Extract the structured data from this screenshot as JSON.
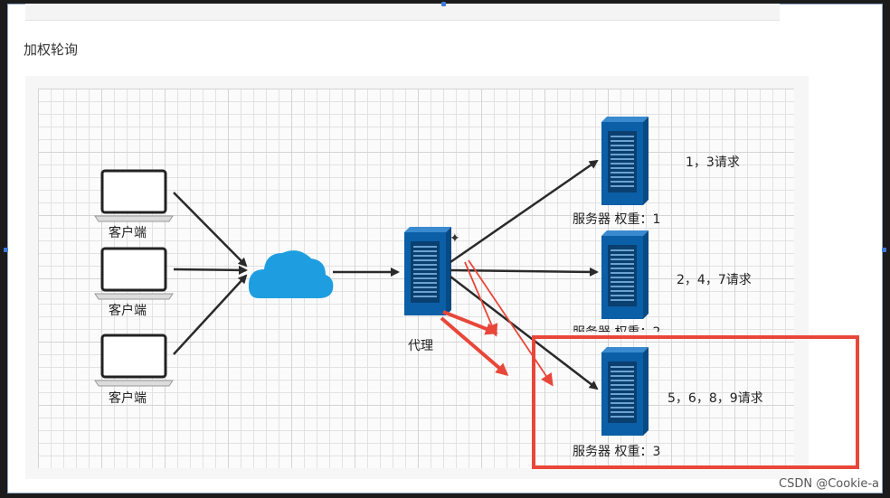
{
  "title": "加权轮询",
  "diagram": {
    "client_label": "客户端",
    "proxy_label": "代理",
    "servers": [
      {
        "label": "服务器 权重：1",
        "requests": "1，3请求"
      },
      {
        "label": "服务器 权重：2",
        "requests": "2，4，7请求"
      },
      {
        "label": "服务器 权重：3",
        "requests": "5，6，8，9请求"
      }
    ]
  },
  "colors": {
    "server_blue": "#0b5fa6",
    "cloud_blue": "#1e9ee0",
    "highlight_red": "#e8473a",
    "arrow_dark": "#2a2a2a"
  },
  "watermark": "CSDN @Cookie-a"
}
